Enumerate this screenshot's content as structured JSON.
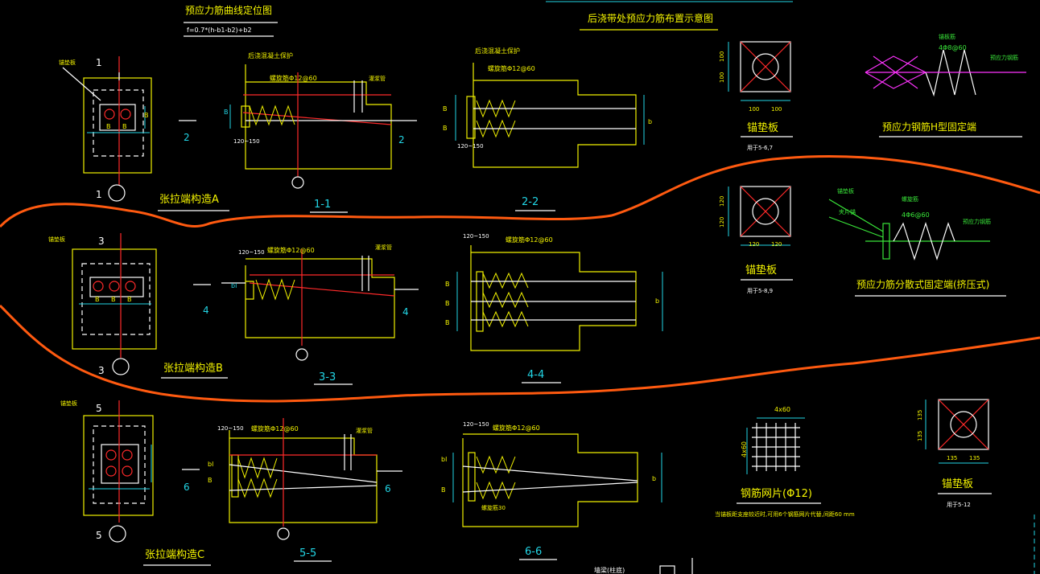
{
  "drawing": {
    "top": {
      "curve_title": "预应力筋曲线定位图",
      "curve_formula": "f=0.7*(h-b1-b2)+b2",
      "post_pour_title": "后浇带处预应力筋布置示意图"
    },
    "labels": {
      "anchor_plate_small": "锚垫板",
      "post_pour_protect": "后浇混凝土保护",
      "spiral_a": "螺旋筋Φ12@60",
      "spiral_b": "螺旋筋Φ12@60",
      "spiral_c": "螺旋筋Φ12@60",
      "grout_pipe": "灌浆管",
      "dim_b": "B",
      "dim_120_150": "120~150",
      "section_1_1": "1-1",
      "section_2_2": "2-2",
      "section_3_3": "3-3",
      "section_4_4": "4-4",
      "section_5_5": "5-5",
      "section_6_6": "6-6",
      "num_1": "1",
      "num_2": "2",
      "num_3": "3",
      "num_4": "4",
      "num_5": "5",
      "num_6": "6",
      "tension_a": "张拉端构造A",
      "tension_b": "张拉端构造B",
      "tension_c": "张拉端构造C",
      "dim_bl": "bl",
      "dim_b_low": "b",
      "spiral_reinf": "螺旋筋30"
    },
    "plates": {
      "plate1_dims": [
        "100",
        "100",
        "100",
        "100"
      ],
      "plate1_label": "锚垫板",
      "plate1_note": "用于5-6,7",
      "plate2_dims": [
        "120",
        "120",
        "120",
        "120"
      ],
      "plate2_label": "锚垫板",
      "plate2_note": "用于5-8,9",
      "plate3_dims": [
        "135",
        "135",
        "135",
        "135"
      ],
      "plate3_label": "锚垫板",
      "plate3_note": "用于5-12"
    },
    "right": {
      "h_end_spiral": "4Φ8@60",
      "h_end_label_left": "锚板筋",
      "h_end_label_right": "预应力钢筋",
      "h_end_title": "预应力钢筋H型固定端",
      "sep_labels": [
        "锚垫板",
        "夹片锚",
        "螺旋筋",
        "4Φ6@60",
        "预应力钢筋"
      ],
      "sep_title": "预应力筋分散式固定端(挤压式)",
      "mesh_top": "4x60",
      "mesh_side": "4x60",
      "mesh_title": "钢筋网片(Φ12)",
      "mesh_note": "当锚板距支座较近时,可用6个钢筋网片代替,间距60 mm"
    },
    "bottom_label": "墙梁(柱底)"
  },
  "colors": {
    "background": "#000000",
    "yellow": "#f0f000",
    "white": "#ffffff",
    "cyan": "#22d6e6",
    "red": "#ff2a2a",
    "green": "#39e639",
    "magenta": "#ff33ff",
    "orange": "#ff5a10"
  }
}
